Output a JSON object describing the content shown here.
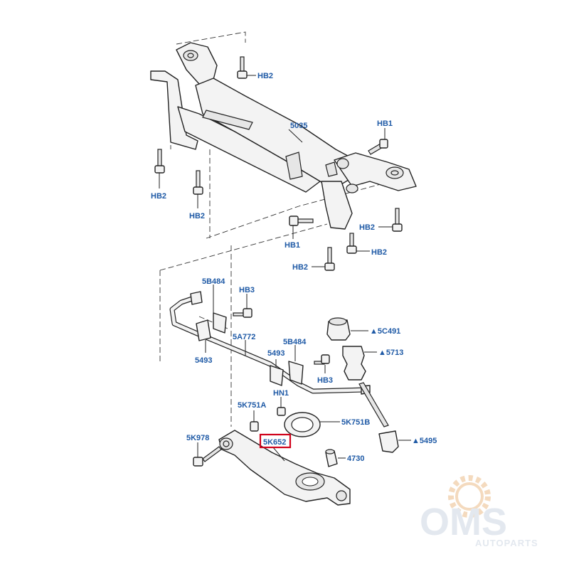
{
  "labels": {
    "l5035": "5035",
    "hb2_top": "HB2",
    "hb1_right": "HB1",
    "hb2_left1": "HB2",
    "hb2_left2": "HB2",
    "hb1_mid": "HB1",
    "hb2_rmid": "HB2",
    "hb2_rlow": "HB2",
    "hb2_bottom": "HB2",
    "l5b484_a": "5B484",
    "hb3_a": "HB3",
    "l5a772": "5A772",
    "l5493_a": "5493",
    "l5b484_b": "5B484",
    "l5493_b": "5493",
    "hb3_b": "HB3",
    "l5c491": "▲5C491",
    "l5713": "▲5713",
    "hn1": "HN1",
    "l5k751a": "5K751A",
    "l5k751b": "5K751B",
    "l5495": "▲5495",
    "l5k978": "5K978",
    "l5k652": "5K652",
    "l4730": "4730"
  },
  "watermark": {
    "brand": "OMS",
    "sub": "AUTOPARTS"
  },
  "colors": {
    "label": "#1f5aa6",
    "highlight_box": "#d0021b",
    "watermark": "#e0e6ee",
    "watermark_gear": "#f3d7b8"
  }
}
